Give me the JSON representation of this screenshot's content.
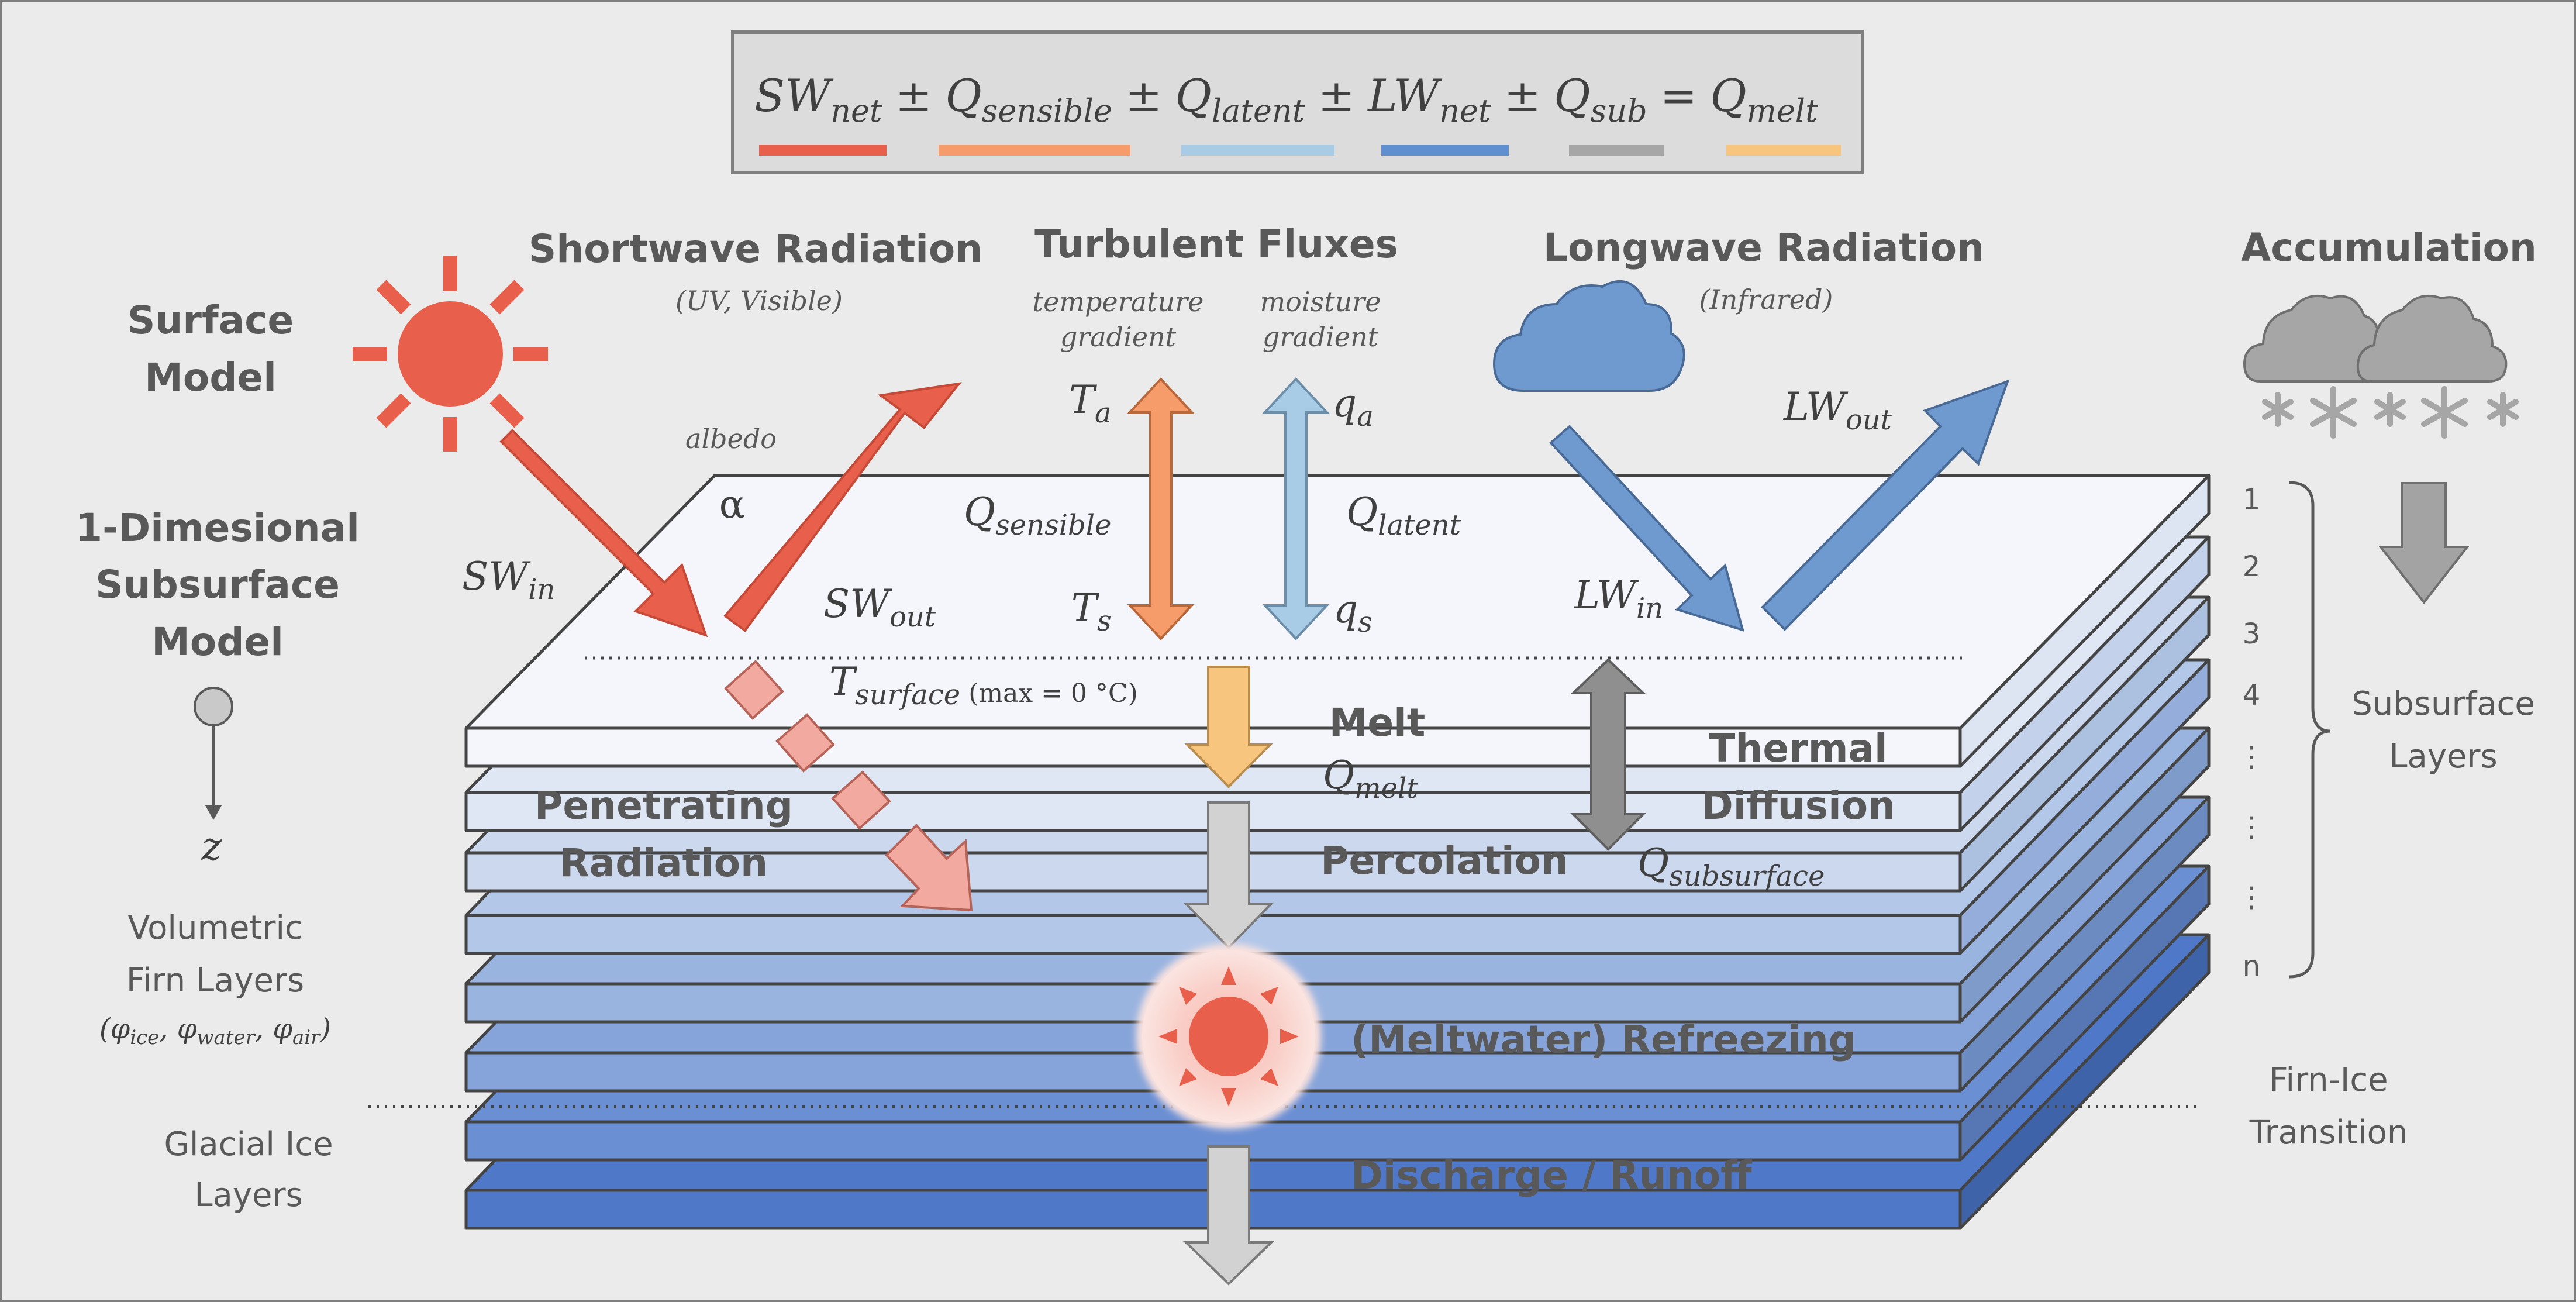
{
  "energy_balance": {
    "terms": [
      "SW",
      "net",
      "±",
      "Q",
      "sensible",
      "±",
      "Q",
      "latent",
      "±",
      "LW",
      "net",
      "±",
      "Q",
      "sub",
      "=",
      "Q",
      "melt"
    ],
    "colors": [
      "#e8604c",
      "#f59c6a",
      "#a8cbe6",
      "#5f8fcf",
      "#a6a6a6",
      "#f7c57e"
    ]
  },
  "headers": {
    "shortwave": "Shortwave Radiation",
    "shortwave_sub": "(UV, Visible)",
    "turbulent": "Turbulent Fluxes",
    "temp_gradient_1": "temperature",
    "temp_gradient_2": "gradient",
    "moist_gradient_1": "moisture",
    "moist_gradient_2": "gradient",
    "longwave": "Longwave Radiation",
    "longwave_sub": "(Infrared)",
    "accumulation": "Accumulation"
  },
  "left": {
    "surface_1": "Surface",
    "surface_2": "Model",
    "subsurface_1": "1-Dimesional",
    "subsurface_2": "Subsurface",
    "subsurface_3": "Model",
    "z": "z",
    "firn_1": "Volumetric",
    "firn_2": "Firn Layers",
    "firn_3": "(φ",
    "firn_ice": "ice",
    "firn_water": "water",
    "firn_air": "air",
    "glacial_1": "Glacial Ice",
    "glacial_2": "Layers"
  },
  "labels": {
    "albedo": "albedo",
    "alpha": "α",
    "sw_in": "SW",
    "sw_in_sub": "in",
    "sw_out": "SW",
    "sw_out_sub": "out",
    "t_a": "T",
    "t_a_sub": "a",
    "t_s": "T",
    "t_s_sub": "s",
    "q_a": "q",
    "q_a_sub": "a",
    "q_s": "q",
    "q_s_sub": "s",
    "q_sensible": "Q",
    "q_sensible_sub": "sensible",
    "q_latent": "Q",
    "q_latent_sub": "latent",
    "lw_out": "LW",
    "lw_out_sub": "out",
    "lw_in": "LW",
    "lw_in_sub": "in",
    "t_surface": "T",
    "t_surface_sub": "surface",
    "t_surface_note": "(max = 0 °C)",
    "melt": "Melt",
    "q_melt": "Q",
    "q_melt_sub": "melt",
    "thermal_1": "Thermal",
    "thermal_2": "Diffusion",
    "q_subsurface": "Q",
    "q_subsurface_sub": "subsurface",
    "percolation": "Percolation",
    "penetrating_1": "Penetrating",
    "penetrating_2": "Radiation",
    "refreezing": "(Meltwater) Refreezing",
    "discharge": "Discharge / Runoff"
  },
  "right": {
    "layer_numbers": [
      "1",
      "2",
      "3",
      "4",
      "⋮",
      "⋮",
      "⋮",
      "n"
    ],
    "subsurface_1": "Subsurface",
    "subsurface_2": "Layers",
    "firn_ice_1": "Firn-Ice",
    "firn_ice_2": "Transition"
  },
  "layer_colors": [
    "#f4f6fc",
    "#dfe7f4",
    "#cbd8ee",
    "#b3c7e8",
    "#9ab4e0",
    "#86a4d9",
    "#6b8fd3",
    "#4f78c8"
  ],
  "colors": {
    "sun": "#e8604c",
    "sw_arrow": "#e8604c",
    "sensible_arrow": "#f59c6a",
    "latent_arrow": "#a8cbe6",
    "lw_arrow": "#6e9ad0",
    "melt_arrow": "#f7c57e",
    "gray_arrow": "#a3a3a3",
    "penetrating": "#f2a9a0",
    "heading_text": "#595959",
    "body_text": "#404040"
  }
}
